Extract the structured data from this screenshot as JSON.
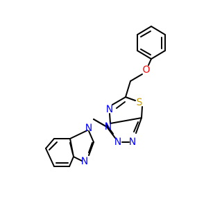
{
  "molecule": {
    "atoms": {
      "oxygen": {
        "symbol": "O",
        "color": "#ff0000"
      },
      "sulfur": {
        "symbol": "S",
        "color": "#c8a000"
      },
      "n_thiadiazole": {
        "symbol": "N",
        "color": "#0000ff"
      },
      "n_bridgehead": {
        "symbol": "N",
        "color": "#0000ff"
      },
      "n_triazole_a": {
        "symbol": "N",
        "color": "#0000ff"
      },
      "n_triazole_b": {
        "symbol": "N",
        "color": "#0000ff"
      },
      "n_benzimidazole_1": {
        "symbol": "N",
        "color": "#0000ff"
      },
      "n_benzimidazole_3": {
        "symbol": "N",
        "color": "#0000ff"
      }
    },
    "bond_color": "#000000"
  }
}
